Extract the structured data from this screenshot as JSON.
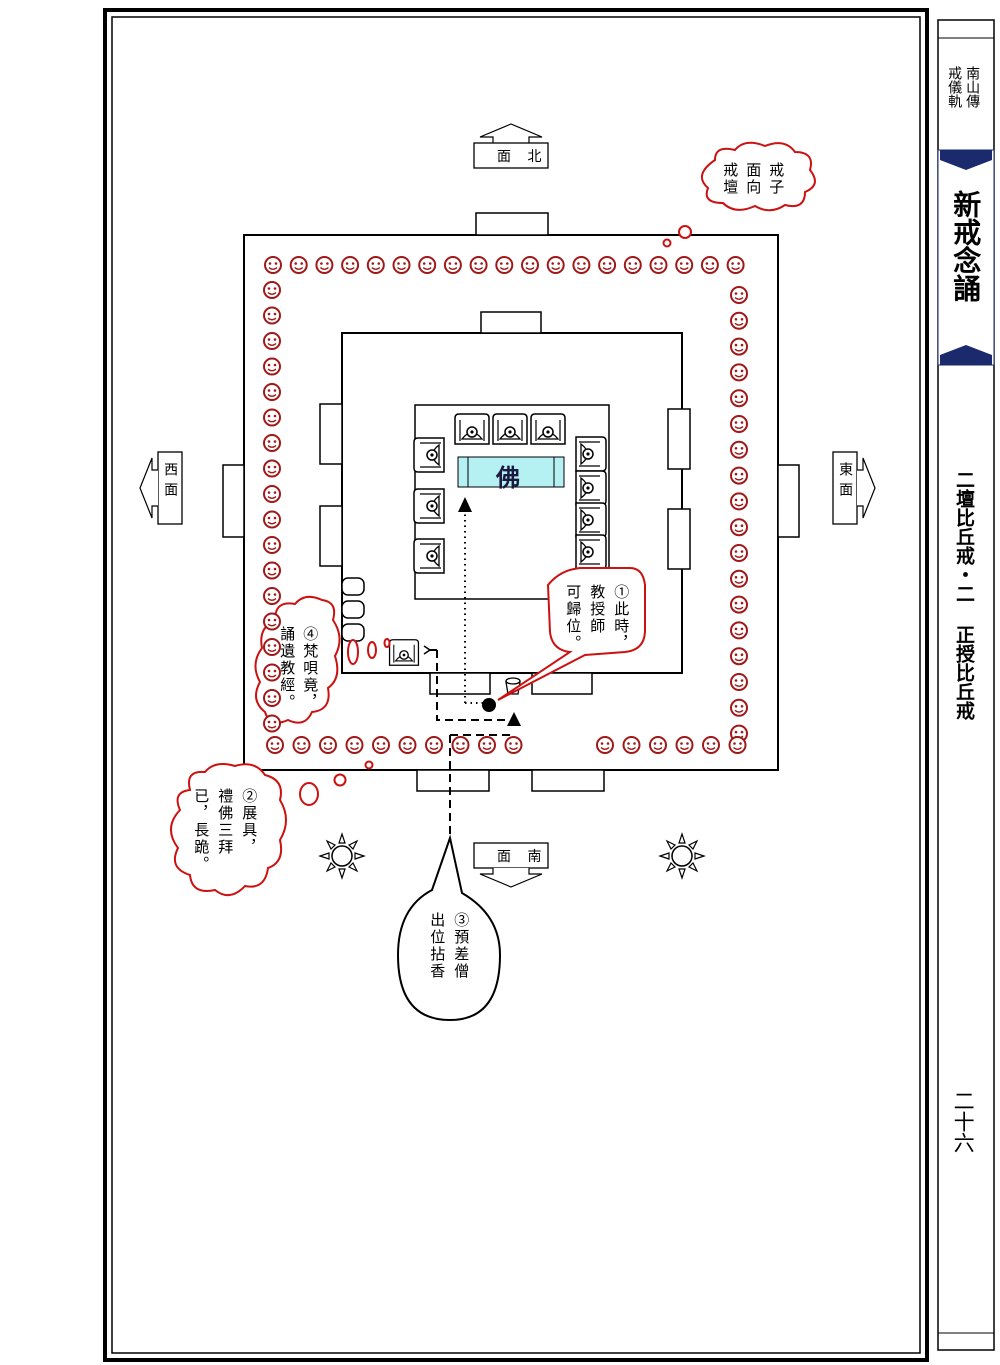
{
  "sidebar": {
    "book_title_line1": "南山傳",
    "book_title_line2": "戒儀軌",
    "main_title": "新戒念誦",
    "section": "二壇比丘戒・二 正授比丘戒",
    "page_number": "二十六"
  },
  "directions": {
    "north": "面 北",
    "south": "面 南",
    "west": "西面",
    "east": "東面"
  },
  "buddha_label": "佛",
  "annotations": {
    "top_cloud": [
      "戒子",
      "面向",
      "戒壇"
    ],
    "note1": [
      "①此時，",
      "教授師",
      "可歸位。"
    ],
    "note2": [
      "②展具，",
      "禮佛三拜",
      "已，長跪。"
    ],
    "note3": [
      "③預差僧",
      "出位拈香"
    ],
    "note4": [
      "④梵唄竟，",
      "誦遺教經。"
    ]
  },
  "colors": {
    "red": "#cc1111",
    "dark_red": "#a01818",
    "cyan": "#b5f0f2",
    "frame": "#000000"
  },
  "icons": {
    "monk_face": "smiley-face-icon",
    "chair": "chair-icon",
    "sun": "sun-icon",
    "arrow": "arrow-icon"
  }
}
